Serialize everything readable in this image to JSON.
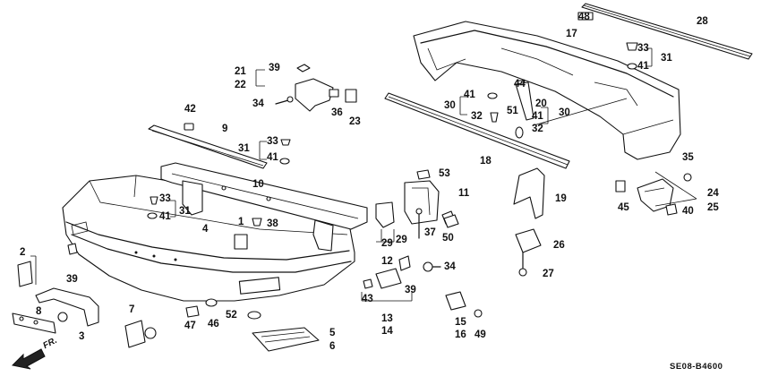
{
  "labels": {
    "p1": "1",
    "p2": "2",
    "p3": "3",
    "p4": "4",
    "p5": "5",
    "p6": "6",
    "p7": "7",
    "p8": "8",
    "p9": "9",
    "p10": "10",
    "p11": "11",
    "p12": "12",
    "p13": "13",
    "p14": "14",
    "p15": "15",
    "p16": "16",
    "p17": "17",
    "p18": "18",
    "p19": "19",
    "p20": "20",
    "p21": "21",
    "p22": "22",
    "p23": "23",
    "p24": "24",
    "p25": "25",
    "p26": "26",
    "p27": "27",
    "p28": "28",
    "p29": "29",
    "p30": "30",
    "p31": "31",
    "p32": "32",
    "p33": "33",
    "p34": "34",
    "p35": "35",
    "p36": "36",
    "p37": "37",
    "p38": "38",
    "p39": "39",
    "p40": "40",
    "p41": "41",
    "p42": "42",
    "p43": "43",
    "p44": "44",
    "p45": "45",
    "p46": "46",
    "p47": "47",
    "p48": "48",
    "p49": "49",
    "p50": "50",
    "p51": "51",
    "p52": "52",
    "p53": "53"
  },
  "direction_label": "FR.",
  "diagram_code": "SE08-B4600"
}
